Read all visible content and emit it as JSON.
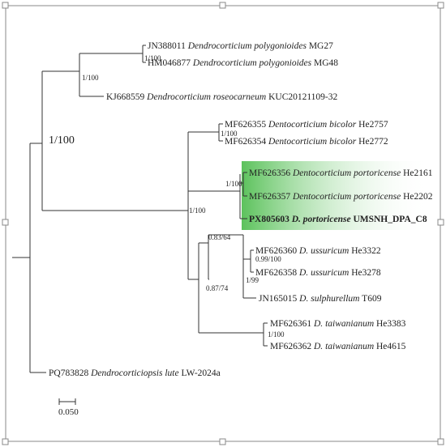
{
  "highlight_color": "#5cc25c",
  "taxa": [
    {
      "acc": "JN388011",
      "genus": "Dendrocorticium",
      "species": "polygonioides",
      "voucher": "MG27",
      "bold": false
    },
    {
      "acc": "HM046877",
      "genus": "Dendrocorticium",
      "species": "polygonioides",
      "voucher": "MG48",
      "bold": false
    },
    {
      "acc": "KJ668559",
      "genus": "Dendrocorticium",
      "species": "roseocarneum",
      "voucher": "KUC20121109-32",
      "bold": false
    },
    {
      "acc": "MF626355",
      "genus": "Dentocorticium",
      "species": "bicolor",
      "voucher": "He2757",
      "bold": false
    },
    {
      "acc": "MF626354",
      "genus": "Dentocorticium",
      "species": "bicolor",
      "voucher": "He2772",
      "bold": false
    },
    {
      "acc": "MF626356",
      "genus": "Dentocorticium",
      "species": "portoricense",
      "voucher": "He2161",
      "bold": false
    },
    {
      "acc": "MF626357",
      "genus": "Dentocorticium",
      "species": "portoricense",
      "voucher": "He2202",
      "bold": false
    },
    {
      "acc": "PX805603",
      "genus": "D.",
      "species": "portoricense",
      "voucher": "UMSNH_DPA_C8",
      "bold": true
    },
    {
      "acc": "MF626360",
      "genus": "D.",
      "species": "ussuricum",
      "voucher": "He3322",
      "bold": false
    },
    {
      "acc": "MF626358",
      "genus": "D.",
      "species": "ussuricum",
      "voucher": "He3278",
      "bold": false
    },
    {
      "acc": "JN165015",
      "genus": "D.",
      "species": "sulphurellum",
      "voucher": "T609",
      "bold": false
    },
    {
      "acc": "MF626361",
      "genus": "D.",
      "species": "taiwanianum",
      "voucher": "He3383",
      "bold": false
    },
    {
      "acc": "MF626362",
      "genus": "D.",
      "species": "taiwanianum",
      "voucher": "He4615",
      "bold": false
    },
    {
      "acc": "PQ783828",
      "genus": "Dendrocorticiopsis",
      "species": "lute",
      "voucher": "LW-2024a",
      "bold": false
    }
  ],
  "supports": [
    "1/100",
    "1/100",
    "1/100",
    "1/100",
    "1/100",
    "1/100",
    "0.83/64",
    "0.99/100",
    "1/99",
    "0.87/74",
    "1/100"
  ],
  "scale_bar": {
    "label": "0.050"
  }
}
